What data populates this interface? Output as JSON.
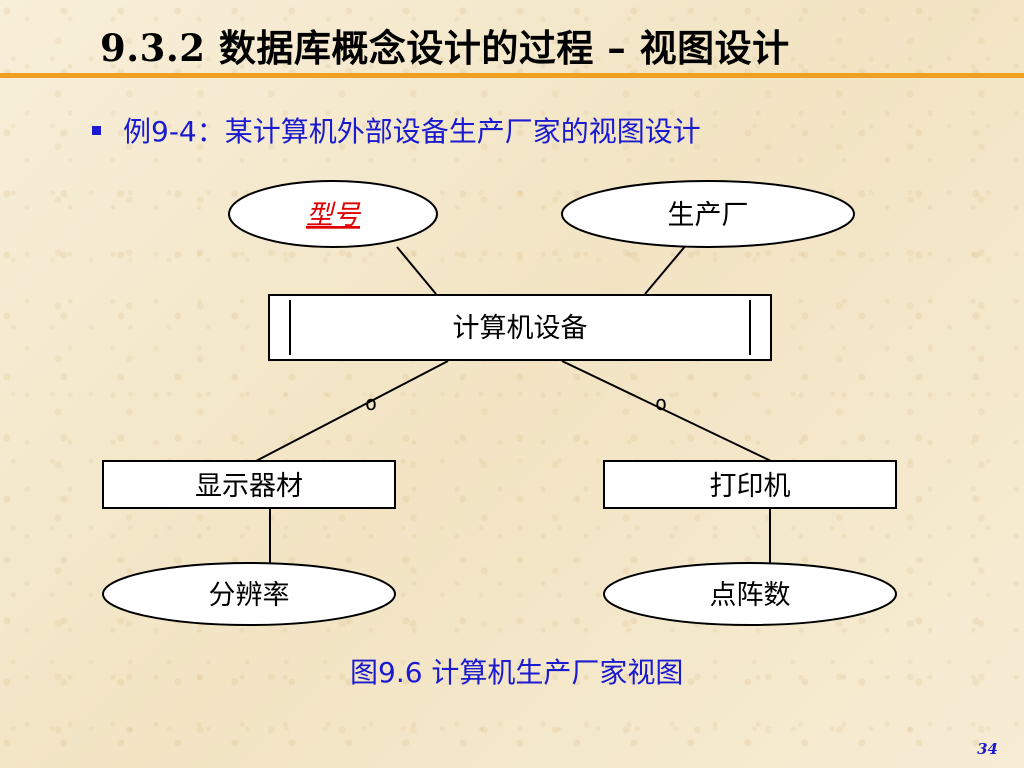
{
  "slide": {
    "title": "9.3.2  数据库概念设计的过程 – 视图设计",
    "bullet": "例9-4：某计算机外部设备生产厂家的视图设计",
    "caption": "图9.6   计算机生产厂家视图",
    "page_number": "34"
  },
  "diagram": {
    "entities": {
      "main": "计算机设备",
      "left": "显示器材",
      "right": "打印机"
    },
    "attributes": {
      "model": "型号",
      "manufacturer": "生产厂",
      "resolution": "分辨率",
      "dot_matrix": "点阵数"
    },
    "cardinality": {
      "left": "o",
      "right": "o"
    },
    "colors": {
      "key_attribute": "#e00000",
      "text_blue": "#1a1ad0",
      "title_rule": "#f0a020"
    }
  }
}
